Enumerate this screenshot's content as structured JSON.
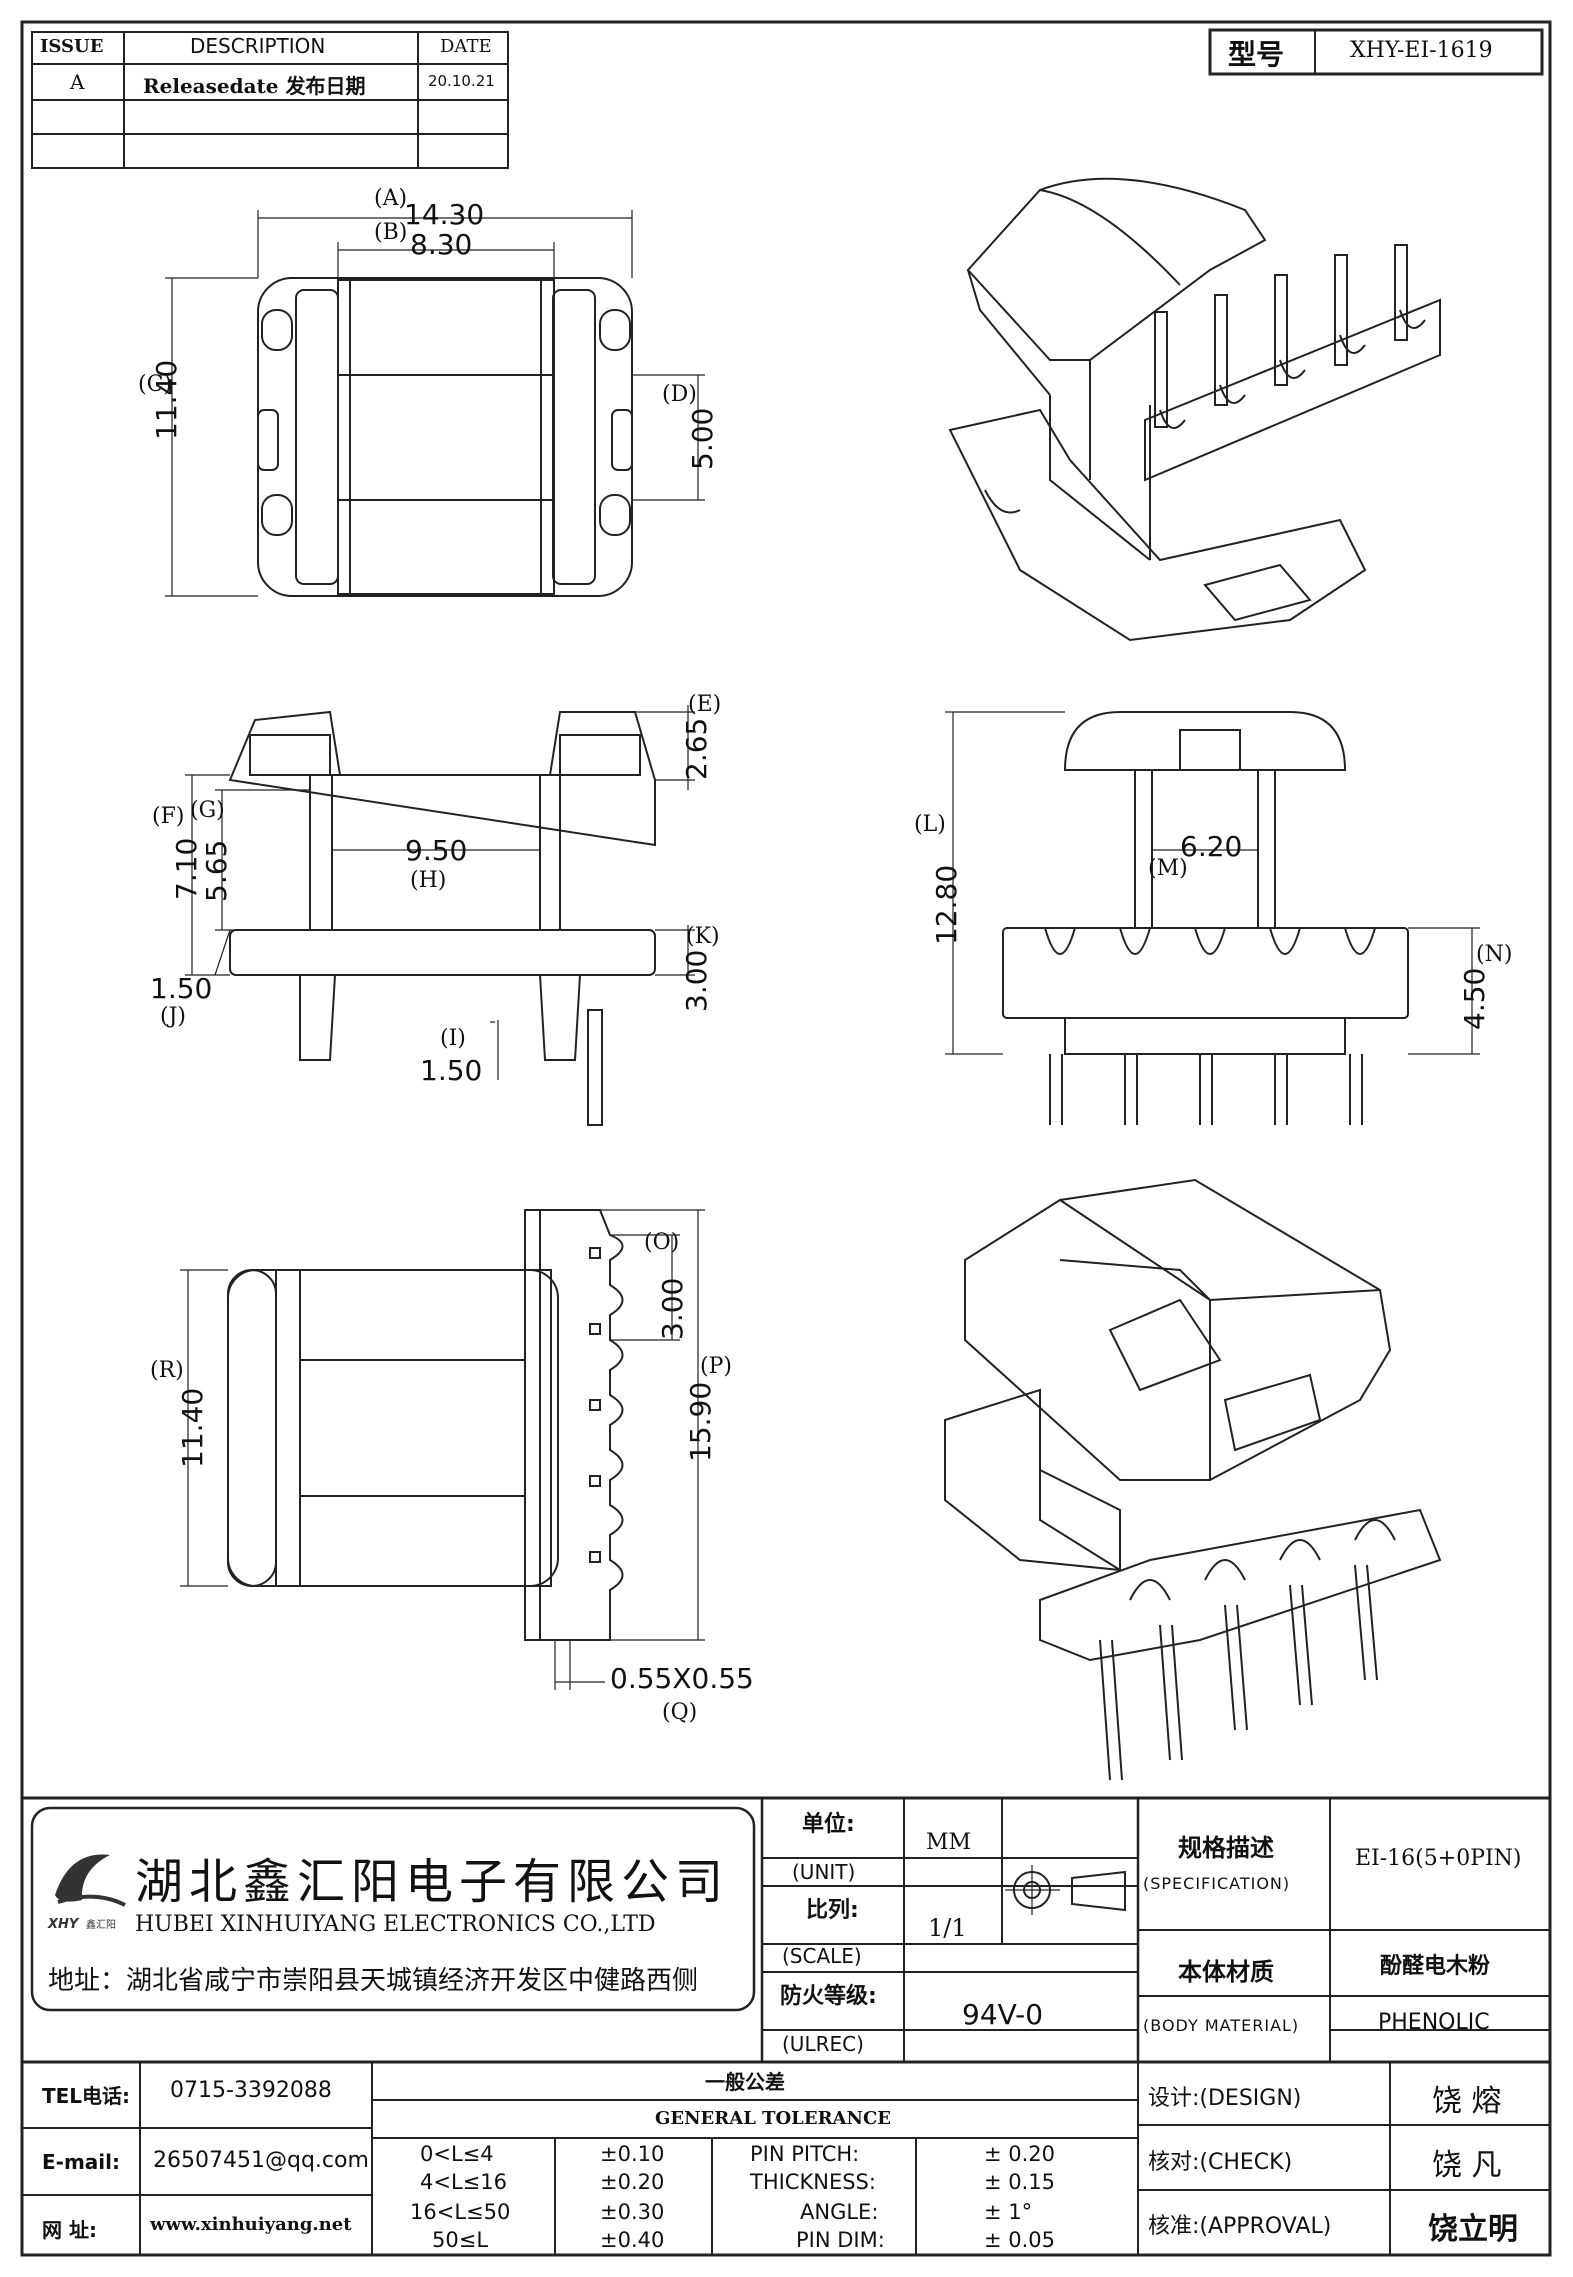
{
  "revision": {
    "headers": [
      "ISSUE",
      "DESCRIPTION",
      "DATE"
    ],
    "rows": [
      {
        "issue": "A",
        "description": "Releasedate 发布日期",
        "date": "20.10.21"
      },
      {
        "issue": "",
        "description": "",
        "date": ""
      },
      {
        "issue": "",
        "description": "",
        "date": ""
      }
    ]
  },
  "model": {
    "label": "型号",
    "value": "XHY-EI-1619"
  },
  "views": {
    "top": {
      "A_letter": "(A)",
      "A_value": "14.30",
      "B_letter": "(B)",
      "B_value": "8.30",
      "C_letter": "(C)",
      "C_value": "11.40",
      "D_letter": "(D)",
      "D_value": "5.00"
    },
    "front": {
      "E_letter": "(E)",
      "E_value": "2.65",
      "F_letter": "(F)",
      "F_value": "7.10",
      "G_letter": "(G)",
      "G_value": "5.65",
      "H_letter": "(H)",
      "H_value": "9.50",
      "I_letter": "(I)",
      "I_value": "1.50",
      "J_letter": "(J)",
      "J_value": "1.50",
      "K_letter": "(K)",
      "K_value": "3.00"
    },
    "side": {
      "L_letter": "(L)",
      "L_value": "12.80",
      "M_letter": "(M)",
      "M_value": "6.20",
      "N_letter": "(N)",
      "N_value": "4.50"
    },
    "bottom": {
      "O_letter": "(O)",
      "O_value": "3.00",
      "P_letter": "(P)",
      "P_value": "15.90",
      "R_letter": "(R)",
      "R_value": "11.40",
      "Q_letter": "(Q)",
      "Q_value": "0.55X0.55"
    }
  },
  "company": {
    "name_cn": "湖北鑫汇阳电子有限公司",
    "name_en": "HUBEI XINHUIYANG ELECTRONICS CO.,LTD",
    "logo_text": "XHY",
    "logo_sub": "鑫汇阳",
    "address": "地址：湖北省咸宁市崇阳县天城镇经济开发区中健路西侧"
  },
  "titleblock": {
    "unit_cn": "单位:",
    "unit_en": "(UNIT)",
    "unit_value": "MM",
    "scale_cn": "比列:",
    "scale_en": "(SCALE)",
    "scale_value": "1/1",
    "fire_cn": "防火等级:",
    "fire_en": "(ULREC)",
    "fire_value": "94V-0",
    "spec_cn": "规格描述",
    "spec_en": "(SPECIFICATION)",
    "spec_value": "EI-16(5+0PIN)",
    "material_cn": "本体材质",
    "material_en": "(BODY MATERIAL)",
    "material_value_cn": "酚醛电木粉",
    "material_value_en": "PHENOLIC"
  },
  "contact": {
    "tel_label": "TEL电话:",
    "tel_value": "0715-3392088",
    "email_label": "E-mail:",
    "email_value": "26507451@qq.com",
    "web_label": "网  址:",
    "web_value": "www.xinhuiyang.net"
  },
  "tolerance": {
    "title_cn": "一般公差",
    "title_en": "GENERAL TOLERANCE",
    "rows": [
      {
        "range": "0<L≤4",
        "tol": "±0.10",
        "name": "PIN PITCH:",
        "value": "± 0.20"
      },
      {
        "range": "4<L≤16",
        "tol": "±0.20",
        "name": "THICKNESS:",
        "value": "± 0.15"
      },
      {
        "range": "16<L≤50",
        "tol": "±0.30",
        "name": "ANGLE:",
        "value": "± 1°"
      },
      {
        "range": "50≤L",
        "tol": "±0.40",
        "name": "PIN DIM:",
        "value": "± 0.05"
      }
    ]
  },
  "signoff": {
    "design_label": "设计:(DESIGN)",
    "design_name": "饶  熔",
    "check_label": "核对:(CHECK)",
    "check_name": "饶  凡",
    "approval_label": "核准:(APPROVAL)",
    "approval_name": "饶立明"
  }
}
